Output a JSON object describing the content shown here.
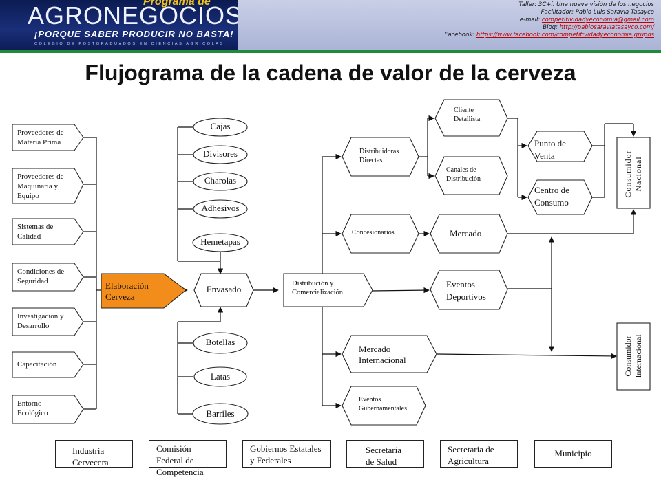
{
  "header": {
    "program": "Programa de",
    "brand": "AGRONEGOCIOS",
    "slogan": "¡PORQUE SABER PRODUCIR NO BASTA!",
    "college": "COLEGIO DE POSTGRADUADOS EN CIENCIAS AGRICOLAS",
    "credits": {
      "line1": "Taller: 3C+i. Una nueva visión de los negocios",
      "line2": "Facilitador: Pablo Luis Saravia Tasayco",
      "email_label": "e-mail: ",
      "email": "competitividadyeconomia@gmail.com",
      "blog_label": "Blog: ",
      "blog": "http://pablosaraviatasayco.com/",
      "facebook_label": "Facebook: ",
      "facebook": "https://www.facebook.com/competitividadyeconomia.grupos"
    }
  },
  "title": "Flujograma de la cadena de valor de la cerveza",
  "inputs": [
    "Proveedores de Materia Prima",
    "Proveedores de Maquinaria y Equipo",
    "Sistemas de Calidad",
    "Condiciones de Seguridad",
    "Investigación y Desarrollo",
    "Capacitación",
    "Entorno Ecológico"
  ],
  "center": "Elaboración Cerveza",
  "packaging_top": [
    "Cajas",
    "Divisores",
    "Charolas",
    "Adhesivos",
    "Hemetapas"
  ],
  "bottling": "Envasado",
  "containers": [
    "Botellas",
    "Latas",
    "Barriles"
  ],
  "distribution": "Distribución y Comercialización",
  "channels": [
    "Distribuidoras Directas",
    "Concesionarios",
    "Mercado Internacional",
    "Eventos Gubernamentales"
  ],
  "retail": [
    "Cliente Detallista",
    "Canales de Distribución"
  ],
  "points": [
    "Punto de Venta",
    "Centro de Consumo"
  ],
  "markets": [
    "Mercado",
    "Eventos Deportivos"
  ],
  "consumers": [
    "Consumidor Nacional",
    "Consumidor Internacional"
  ],
  "institutions": [
    "Industria Cervecera",
    "Comisión Federal de Competencia",
    "Gobiernos Estatales y Federales",
    "Secretaría de Salud",
    "Secretaría de Agricultura",
    "Municipio"
  ],
  "colors": {
    "center_fill": "#f28c1a",
    "banner_dark": "#0d1f5c",
    "banner_light": "#b0b8d8",
    "banner_strip": "#1f8a3c",
    "link": "#c00000"
  }
}
